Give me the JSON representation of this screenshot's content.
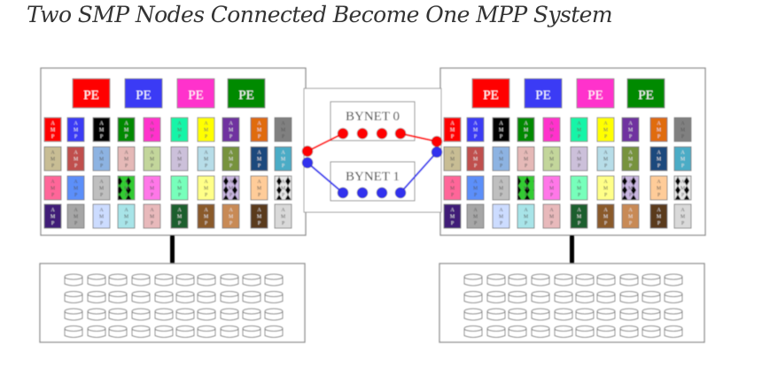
{
  "title": "Two SMP Nodes Connected Become One MPP System",
  "pe_label": "PE",
  "pe_colors": [
    "#ff0000",
    "#3b3bf5",
    "#ff33cc",
    "#008a00"
  ],
  "amp_label": [
    "A",
    "M",
    "P"
  ],
  "amp_rows": [
    [
      "#ff0000",
      "#3b3bf5",
      "#000000",
      "#008a00",
      "#ff33cc",
      "#19f5a8",
      "#ffff00",
      "#7030a0",
      "#e06c10",
      "#808080"
    ],
    [
      "#c8bd94",
      "#c0504d",
      "#8db3e2",
      "#e5b9b7",
      "#c3d69b",
      "#ccc0da",
      "#b7dde8",
      "#77933c",
      "#1f497d",
      "#4bacc6"
    ],
    [
      "#ff6699",
      "#5b8ff9",
      "#bfbfbf",
      "pattern-green",
      "#ff77e8",
      "#77ffbb",
      "#ffff88",
      "pattern-lilac",
      "#ffcc99",
      "pattern-gray"
    ],
    [
      "#3f1a78",
      "#a6a6a6",
      "#ccdcff",
      "#a8e4e8",
      "#e8b9bb",
      "#1d5e2e",
      "#8a5a2b",
      "#c88a55",
      "#5a3a1e",
      "#d9d9d9"
    ]
  ],
  "amp_light_text_colors": [
    "#ff0000",
    "#3b3bf5",
    "#000000",
    "#008a00",
    "#7030a0",
    "#e06c10",
    "#c0504d",
    "#1f497d",
    "#3f1a78",
    "#1d5e2e",
    "#8a5a2b",
    "#c88a55",
    "#5a3a1e",
    "#4bacc6",
    "#77933c"
  ],
  "bynet": [
    {
      "label": "BYNET 0",
      "color": "#ff0000"
    },
    {
      "label": "BYNET 1",
      "color": "#3333ee"
    }
  ],
  "nodes": [
    "left",
    "right"
  ],
  "disk_grid": {
    "rows": 4,
    "cols": 10
  }
}
